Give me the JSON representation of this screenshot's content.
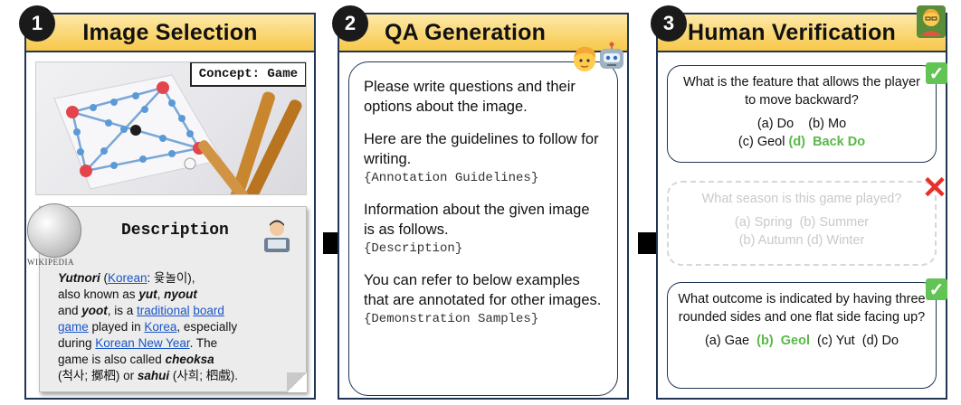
{
  "panels": {
    "image_selection": {
      "step": "1",
      "title": "Image Selection",
      "concept": "Concept: Game",
      "description_title": "Description",
      "wiki_logo_text": "WIKIPEDIA",
      "description": {
        "t1": "Yutnori",
        "t2": " (",
        "t3": "Korean",
        "t4": ": 윷놀이),",
        "t5": "also known as ",
        "t6": "yut",
        "t7": ", ",
        "t8": "nyout",
        "t9": "and ",
        "t10": "yoot",
        "t11": ", is a ",
        "t12": "traditional",
        "t13": " ",
        "t14": "board",
        "t15": "game",
        "t16": " played in ",
        "t17": "Korea",
        "t18": ", especially",
        "t19": "during ",
        "t20": "Korean New Year",
        "t21": ". The",
        "t22": "game is also called ",
        "t23": "cheoksa",
        "t24": "(척사; 擲柶) or ",
        "t25": "sahui",
        "t26": " (사희; 柶戲)."
      }
    },
    "qa_generation": {
      "step": "2",
      "title": "QA Generation",
      "p1": "Please write questions and their options about the image.",
      "p2": "Here are the guidelines  to follow for writing.",
      "p2_mono": "{Annotation Guidelines}",
      "p3": "Information about the given image is as follows.",
      "p3_mono": "{Description}",
      "p4": "You can refer to below examples that are annotated for other images.",
      "p4_mono": "{Demonstration Samples}"
    },
    "human_verification": {
      "step": "3",
      "title": "Human Verification",
      "items": [
        {
          "question": "What is the feature that allows the player to move backward?",
          "opt_line1": "(a) Do    (b) Mo",
          "opt_line2_prefix": "(c) Geol ",
          "opt_line2_correct": "(d)  Back Do",
          "status": "accepted"
        },
        {
          "question": "What season is this game played?",
          "opt_line1": "(a) Spring  (b) Summer",
          "opt_line2": "(b) Autumn (d) Winter",
          "status": "rejected"
        },
        {
          "question": "What outcome is indicated by having three rounded sides and one flat side facing up?",
          "opt_prefix": "(a) Gae  ",
          "opt_correct": "(b)  Geol",
          "opt_suffix": "  (c) Yut  (d) Do",
          "status": "accepted"
        }
      ]
    }
  },
  "colors": {
    "header_top": "#fde9a8",
    "header_bottom": "#f7c84a",
    "border": "#1f3554",
    "correct": "#58b947",
    "reject": "#e63028",
    "link": "#1a55c8"
  },
  "icons": [
    "arrow-right-icon",
    "wikipedia-globe-icon",
    "laptop-person-icon",
    "person-icon",
    "robot-icon",
    "checkmark-icon",
    "cross-icon",
    "teacher-icon"
  ]
}
